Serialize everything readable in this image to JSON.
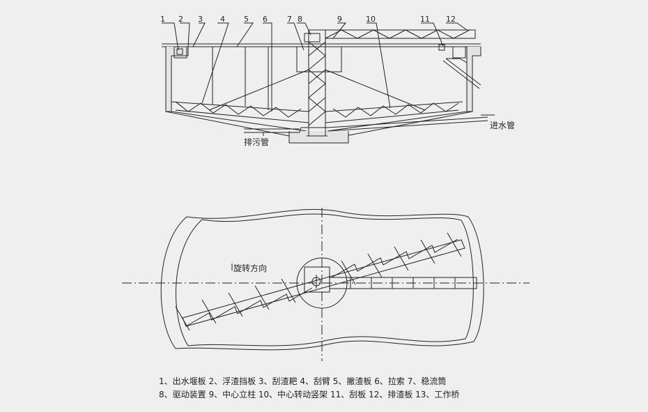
{
  "section_view": {
    "callouts": [
      "1",
      "2",
      "3",
      "4",
      "5",
      "6",
      "7",
      "8",
      "9",
      "10",
      "11",
      "12"
    ],
    "inlet_label": "进水管",
    "sludge_label": "排污管"
  },
  "plan_view": {
    "rotation_label": "旋转方向"
  },
  "legend": {
    "line1": "1、出水堰板 2、浮渣挡板 3、刮渣耙 4、刮臂 5、撇渣板 6、拉索 7、稳流筒",
    "line2": "8、驱动装置 9、中心立柱 10、中心转动竖架 11、刮板 12、排渣板 13、工作桥"
  },
  "colors": {
    "line": "#222222",
    "background": "#efefef",
    "concrete": "#e4e4e4"
  }
}
